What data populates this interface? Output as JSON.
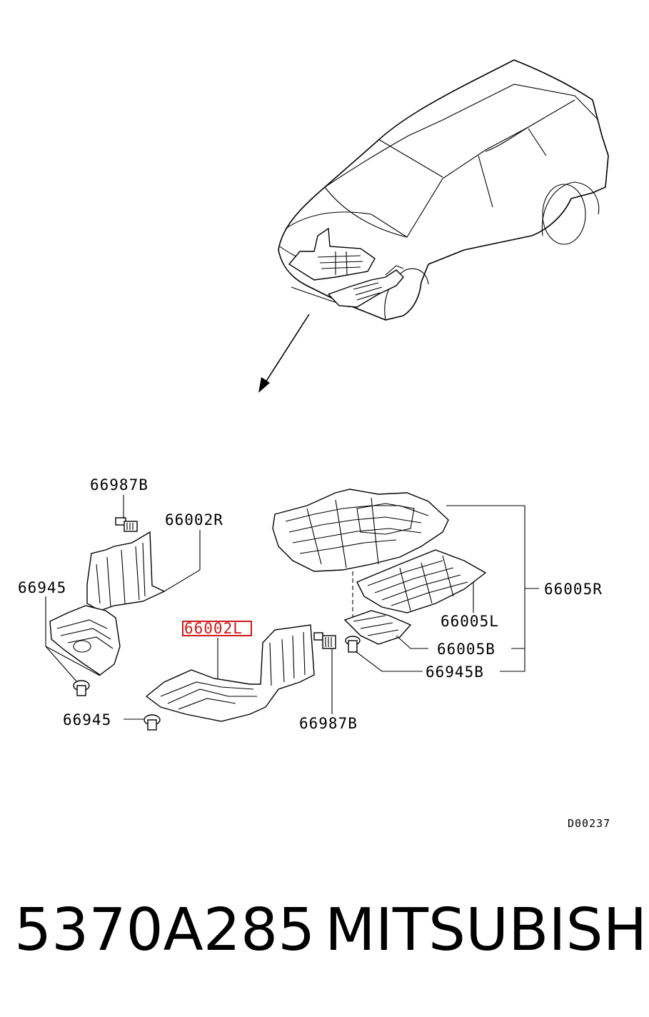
{
  "callouts": {
    "c1": "66987B",
    "c2": "66002R",
    "c3": "66945",
    "c4": "66002L",
    "c5": "66945",
    "c6": "66987B",
    "c7": "66005R",
    "c8": "66005L",
    "c9": "66005B",
    "c10": "66945B"
  },
  "diagram_code": "D00237",
  "footer": {
    "part_number": "5370A285",
    "brand": "MITSUBISHI"
  },
  "highlight_color": "#d01818"
}
